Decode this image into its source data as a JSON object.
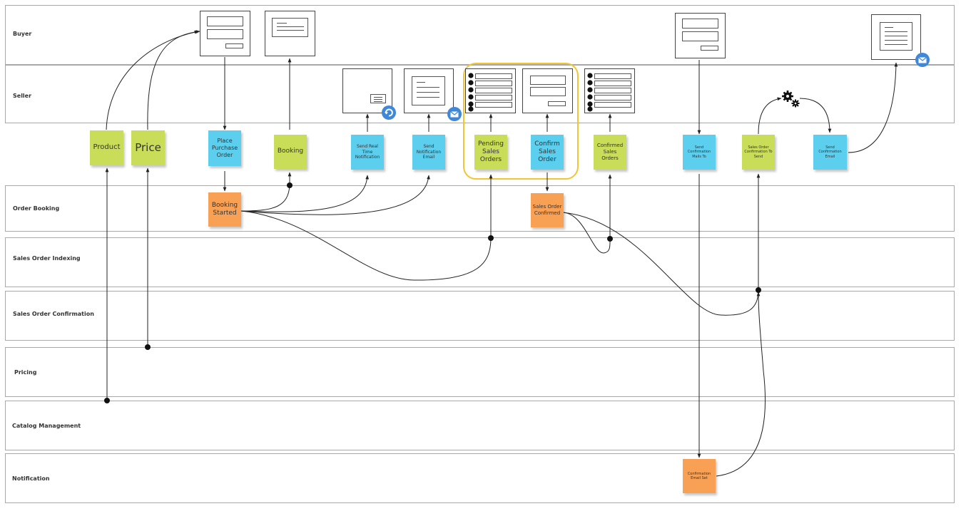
{
  "lanes": {
    "buyer": "Buyer",
    "seller": "Seller",
    "order_booking": "Order Booking",
    "sales_order_indexing": "Sales Order Indexing",
    "sales_order_confirmation": "Sales Order Confirmation",
    "pricing": "Pricing",
    "catalog_management": "Catalog Management",
    "notification": "Notification"
  },
  "stickies": {
    "product": "Product",
    "price": "Price",
    "place_purchase_order": "Place Purchase Order",
    "booking": "Booking",
    "send_real_time_notification": "Send Real Time Notification",
    "send_notification_email": "Send Notification Email",
    "pending_sales_orders": "Pending Sales Orders",
    "confirm_sales_order": "Confirm Sales Order",
    "confirmed_sales_orders": "Confirmed Sales Orders",
    "send_confirmation_mails_to": "Send Confirmation Mails To",
    "sales_order_confirmation_to_send": "Sales Order Confirmation To Send",
    "send_confirmation_email": "Send Confirmation Email",
    "booking_started": "Booking Started",
    "sales_order_confirmed": "Sales Order Confirmed",
    "confirmation_email_set": "Confirmation Email Set"
  },
  "colors": {
    "command": "#5ccfee",
    "read_model": "#c9dd58",
    "event": "#f8a155",
    "highlight": "#f3c532",
    "badge": "#3f87d9"
  },
  "icons": [
    "refresh-icon",
    "mail-icon",
    "gears-icon"
  ]
}
